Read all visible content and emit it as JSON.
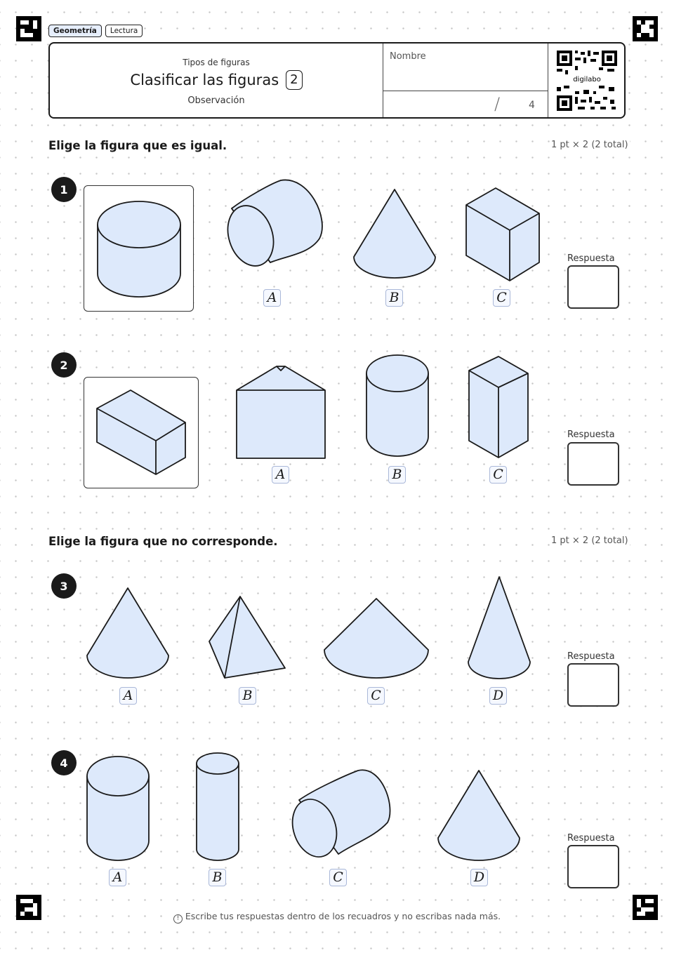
{
  "tags": [
    {
      "label": "Geometría",
      "active": true
    },
    {
      "label": "Lectura",
      "active": false
    }
  ],
  "header": {
    "subtitle": "Tipos de figuras",
    "title": "Clasificar las figuras",
    "number": "2",
    "mode": "Observación",
    "name_label": "Nombre",
    "score_total": "4",
    "qr_text": "digilabo"
  },
  "sections": [
    {
      "title": "Elige la figura que es igual.",
      "points": "1 pt × 2 (2 total)"
    },
    {
      "title": "Elige la figura que no corresponde.",
      "points": "1 pt × 2 (2 total)"
    }
  ],
  "questions": [
    {
      "number": "1",
      "reference": "cylinder",
      "options": [
        {
          "label": "A",
          "shape": "cylinder-lying"
        },
        {
          "label": "B",
          "shape": "cone"
        },
        {
          "label": "C",
          "shape": "cube"
        }
      ],
      "answer_label": "Respuesta"
    },
    {
      "number": "2",
      "reference": "box-prism",
      "options": [
        {
          "label": "A",
          "shape": "triangular-prism"
        },
        {
          "label": "B",
          "shape": "cylinder"
        },
        {
          "label": "C",
          "shape": "tall-square-prism"
        }
      ],
      "answer_label": "Respuesta"
    },
    {
      "number": "3",
      "options": [
        {
          "label": "A",
          "shape": "cone"
        },
        {
          "label": "B",
          "shape": "pyramid"
        },
        {
          "label": "C",
          "shape": "wide-cone"
        },
        {
          "label": "D",
          "shape": "tall-cone"
        }
      ],
      "answer_label": "Respuesta"
    },
    {
      "number": "4",
      "options": [
        {
          "label": "A",
          "shape": "cylinder"
        },
        {
          "label": "B",
          "shape": "narrow-cylinder"
        },
        {
          "label": "C",
          "shape": "cylinder-lying"
        },
        {
          "label": "D",
          "shape": "cone"
        }
      ],
      "answer_label": "Respuesta"
    }
  ],
  "footer": {
    "icon": "info-icon",
    "text": "Escribe tus respuestas dentro de los recuadros y no escribas nada más."
  },
  "colors": {
    "shape_fill": "#dde9fb",
    "ink": "#1a1a1a",
    "tag_active": "#e6eefc"
  }
}
